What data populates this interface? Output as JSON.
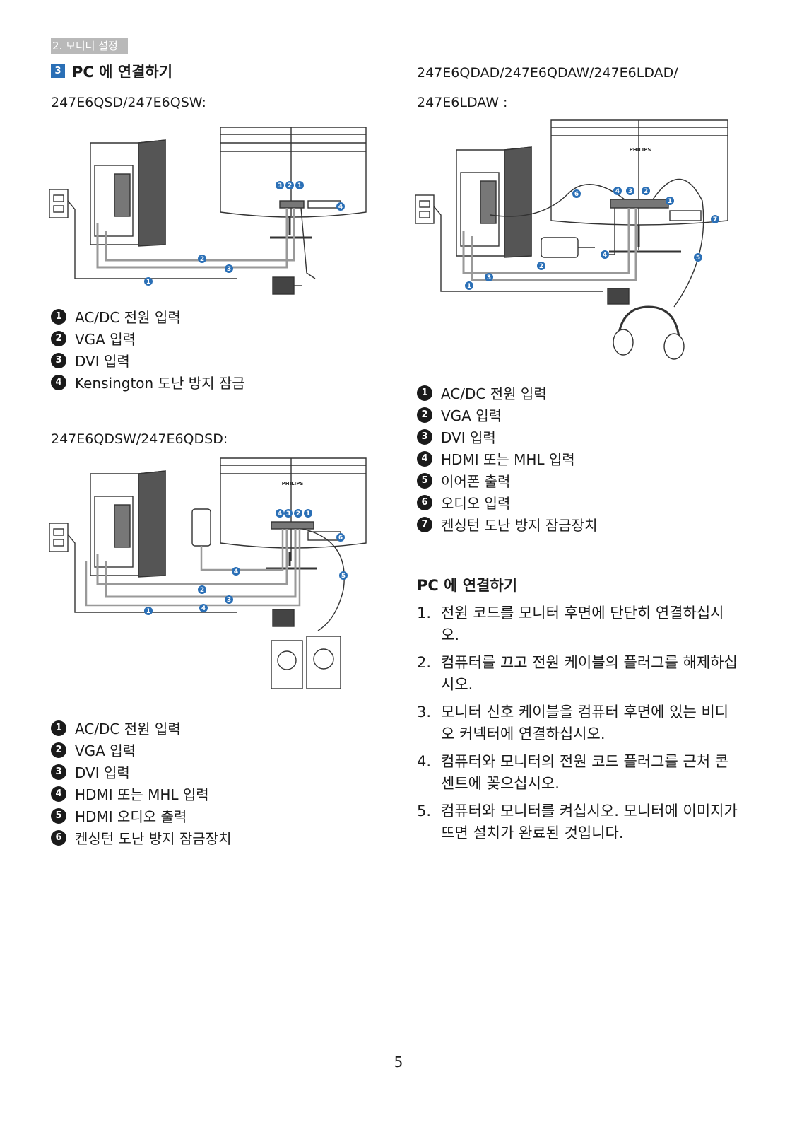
{
  "section_tab": "2. 모니터 설정",
  "header": {
    "number": "3",
    "title": "PC 에 연결하기"
  },
  "left": {
    "model1": "247E6QSD/247E6QSW:",
    "legend1": [
      {
        "n": "1",
        "text": "AC/DC 전원 입력"
      },
      {
        "n": "2",
        "text": "VGA 입력"
      },
      {
        "n": "3",
        "text": "DVI 입력"
      },
      {
        "n": "4",
        "text": "Kensington 도난 방지 잠금"
      }
    ],
    "model2": "247E6QDSW/247E6QDSD:",
    "legend2": [
      {
        "n": "1",
        "text": "AC/DC 전원 입력"
      },
      {
        "n": "2",
        "text": "VGA 입력"
      },
      {
        "n": "3",
        "text": "DVI 입력"
      },
      {
        "n": "4",
        "text": "HDMI 또는 MHL 입력"
      },
      {
        "n": "5",
        "text": "HDMI 오디오 출력"
      },
      {
        "n": "6",
        "text": "켄싱턴 도난 방지 잠금장치"
      }
    ]
  },
  "right": {
    "model_line1": "247E6QDAD/247E6QDAW/247E6LDAD/",
    "model_line2": "247E6LDAW :",
    "legend": [
      {
        "n": "1",
        "text": "AC/DC 전원 입력"
      },
      {
        "n": "2",
        "text": "VGA 입력"
      },
      {
        "n": "3",
        "text": "DVI 입력"
      },
      {
        "n": "4",
        "text": "HDMI 또는 MHL 입력"
      },
      {
        "n": "5",
        "text": "이어폰 출력"
      },
      {
        "n": "6",
        "text": "오디오 입력"
      },
      {
        "n": "7",
        "text": "켄싱턴 도난 방지 잠금장치"
      }
    ],
    "subheading": "PC 에 연결하기",
    "steps": [
      {
        "n": "1.",
        "text": "전원 코드를 모니터 후면에 단단히 연결하십시오."
      },
      {
        "n": "2.",
        "text": "컴퓨터를 끄고 전원 케이블의 플러그를 해제하십시오."
      },
      {
        "n": "3.",
        "text": "모니터 신호 케이블을 컴퓨터 후면에 있는 비디오 커넥터에 연결하십시오."
      },
      {
        "n": "4.",
        "text": "컴퓨터와 모니터의 전원 코드 플러그를 근처 콘센트에 꽂으십시오."
      },
      {
        "n": "5.",
        "text": "컴퓨터와 모니터를 켜십시오. 모니터에 이미지가 뜨면 설치가 완료된 것입니다."
      }
    ]
  },
  "brand": "PHILIPS",
  "page_number": "5",
  "colors": {
    "accent": "#2a6fb6",
    "tab": "#b9b9b9",
    "badge": "#1a1a1a"
  }
}
